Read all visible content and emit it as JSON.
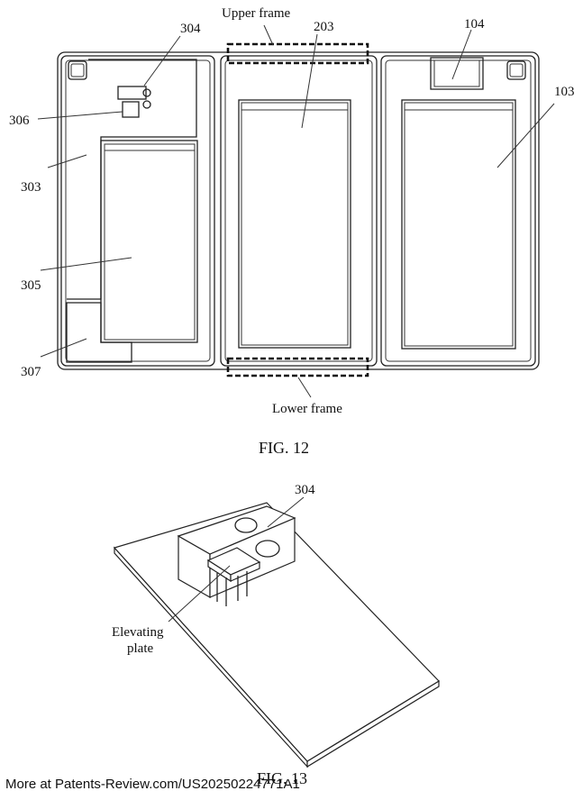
{
  "fig12": {
    "caption": "FIG. 12",
    "labels": {
      "upper_frame": "Upper frame",
      "lower_frame": "Lower frame",
      "r304": "304",
      "r203": "203",
      "r104": "104",
      "r103": "103",
      "r306": "306",
      "r303": "303",
      "r305": "305",
      "r307": "307"
    }
  },
  "fig13": {
    "caption": "FIG. 13",
    "labels": {
      "r304": "304",
      "elevating_line1": "Elevating",
      "elevating_line2": "plate"
    }
  },
  "footer": {
    "text": "More at Patents-Review.com/US20250224771A1"
  }
}
